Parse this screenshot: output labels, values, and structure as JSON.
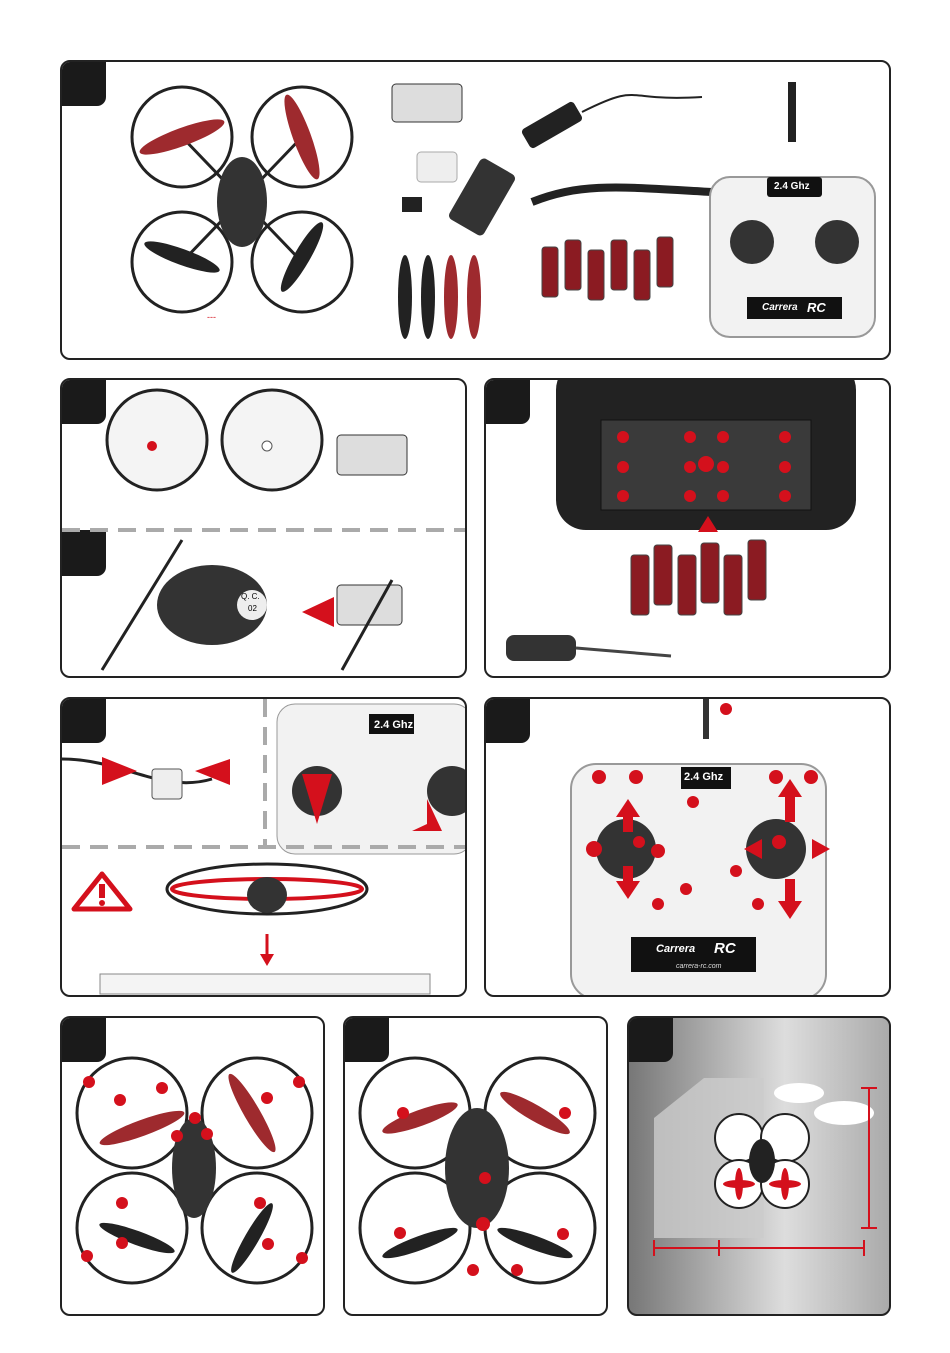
{
  "panels": {
    "p1": {
      "box_label": "---",
      "battery_label": "Carrera",
      "remote_display": "2.4 Ghz",
      "remote_brand": "Carrera",
      "remote_logo": "RC",
      "lanyard_text": "Carrera RC",
      "remote_small": "carrera-rc.com"
    },
    "p2": {
      "motor_label_1": "Q. C.",
      "motor_label_2": "02"
    },
    "p4": {
      "display": "2.4 Ghz"
    },
    "p5": {
      "display": "2.4 Ghz",
      "brand": "Carrera",
      "logo": "RC",
      "url": "carrera-rc.com"
    }
  },
  "colors": {
    "accent": "#d4101c",
    "dark": "#1a1a1a",
    "gray": "#9a9a9a"
  },
  "icons": [
    "warning-icon",
    "arrow-up-icon",
    "arrow-down-icon",
    "arrow-left-icon",
    "arrow-right-icon"
  ]
}
